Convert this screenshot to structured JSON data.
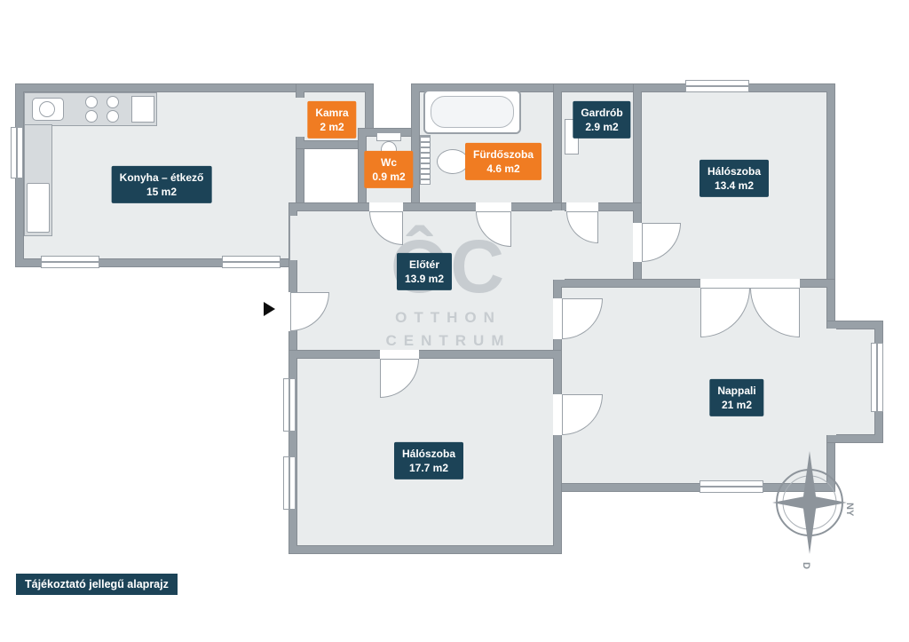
{
  "disclaimer": {
    "text": "Tájékoztató jellegű alaprajz"
  },
  "watermark": {
    "logo": "ÔC",
    "line1": "OTTHON",
    "line2": "CENTRUM"
  },
  "compass": {
    "west_label": "NY",
    "south_label": "D"
  },
  "colors": {
    "navy_label": "#1c4357",
    "orange_label": "#f07c22",
    "wall": "#98a0a7",
    "room_fill": "#e9eced"
  },
  "rooms": [
    {
      "id": "konyha",
      "name": "Konyha – étkező",
      "area": "15 m2",
      "label_color": "navy"
    },
    {
      "id": "kamra",
      "name": "Kamra",
      "area": "2 m2",
      "label_color": "orange"
    },
    {
      "id": "wc",
      "name": "Wc",
      "area": "0.9 m2",
      "label_color": "orange"
    },
    {
      "id": "furdoszoba",
      "name": "Fürdőszoba",
      "area": "4.6 m2",
      "label_color": "orange"
    },
    {
      "id": "gardrob",
      "name": "Gardrób",
      "area": "2.9 m2",
      "label_color": "navy"
    },
    {
      "id": "haloszoba1",
      "name": "Hálószoba",
      "area": "13.4 m2",
      "label_color": "navy"
    },
    {
      "id": "eloter",
      "name": "Előtér",
      "area": "13.9 m2",
      "label_color": "navy"
    },
    {
      "id": "nappali",
      "name": "Nappali",
      "area": "21 m2",
      "label_color": "navy"
    },
    {
      "id": "haloszoba2",
      "name": "Hálószoba",
      "area": "17.7 m2",
      "label_color": "navy"
    }
  ]
}
